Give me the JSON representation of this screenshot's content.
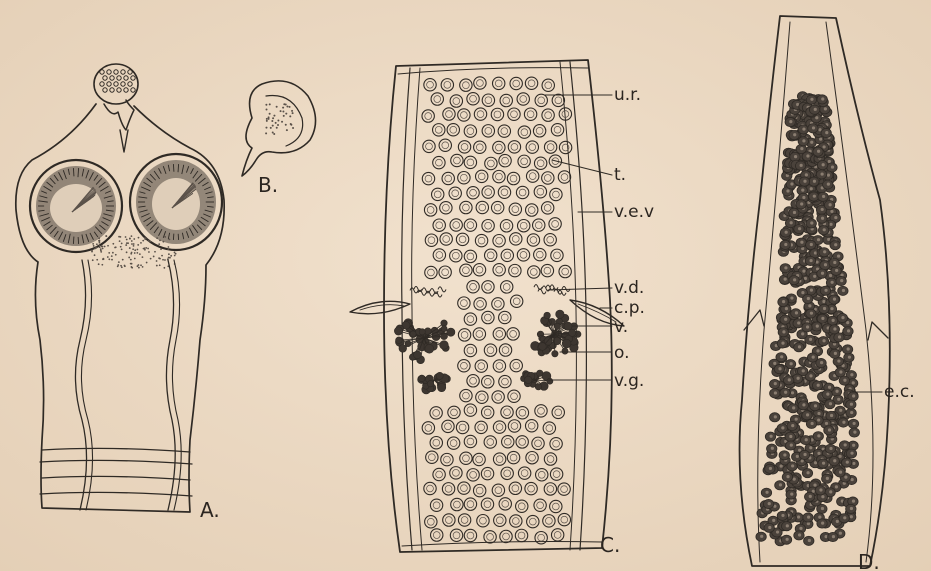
{
  "figures": {
    "A": {
      "letter": "A."
    },
    "B": {
      "letter": "B."
    },
    "C": {
      "letter": "C.",
      "labels": {
        "ur": "u.r.",
        "t": "t.",
        "vev": "v.e.v",
        "vd": "v.d.",
        "cp": "c.p.",
        "v": "v.",
        "o": "o.",
        "vg": "v.g."
      }
    },
    "D": {
      "letter": "D.",
      "labels": {
        "ec": "e.c."
      }
    }
  },
  "colors": {
    "paper": "#ecd9c3",
    "ink": "#2f2a25",
    "shade": "#5a5149"
  }
}
